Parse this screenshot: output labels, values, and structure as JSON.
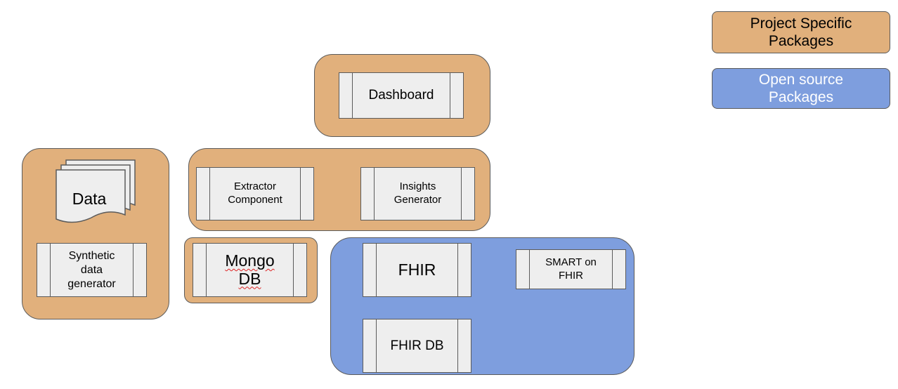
{
  "legend": {
    "project_specific": "Project Specific\nPackages",
    "open_source": "Open source\nPackages"
  },
  "components": {
    "dashboard": "Dashboard",
    "extractor": "Extractor\nComponent",
    "insights": "Insights\nGenerator",
    "data": "Data",
    "synthetic": "Synthetic\ndata\ngenerator",
    "mongo_line1": "Mongo",
    "mongo_line2": "DB",
    "fhir": "FHIR",
    "smart_on_fhir": "SMART on\nFHIR",
    "fhir_db": "FHIR DB"
  },
  "colors": {
    "project_specific": "#e1b07c",
    "open_source": "#7e9ede",
    "component_fill": "#eeeeee"
  }
}
